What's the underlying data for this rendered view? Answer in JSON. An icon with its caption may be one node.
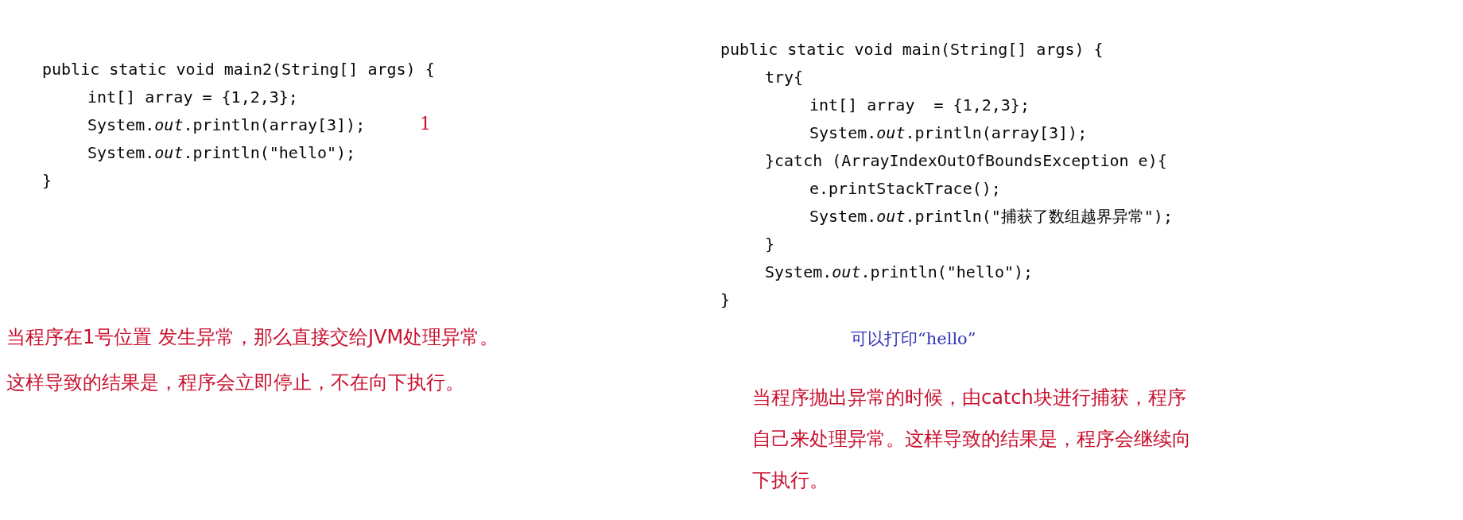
{
  "diagram": {
    "labels": [
      "public static void main2(String[] args) {",
      "int[] array = {1,2,3};",
      "System.*out*.println(array[3]);",
      "1",
      "System.*out*.println(\"hello\");",
      "}",
      "public static void main(String[] args) {",
      "try{",
      "int[] array  = {1,2,3};",
      "System.*out*.println(array[3]);",
      "}catch (ArrayIndexOutOfBoundsException e){",
      "e.printStackTrace();",
      "System.*out*.println(\"捕获了数组越界异常\");",
      "}",
      "System.*out*.println(\"hello\");",
      "}",
      "可以打印“hello”",
      "当程序在1号位置 发生异常，那么直接交给JVM处理异常。",
      "这样导致的结果是，程序会立即停止，不在向下执行。",
      "当程序抛出异常的时候，由catch块进行捕获，程序自己来处理异常。这样导致的结果是，程序会继续向下执行。"
    ]
  }
}
